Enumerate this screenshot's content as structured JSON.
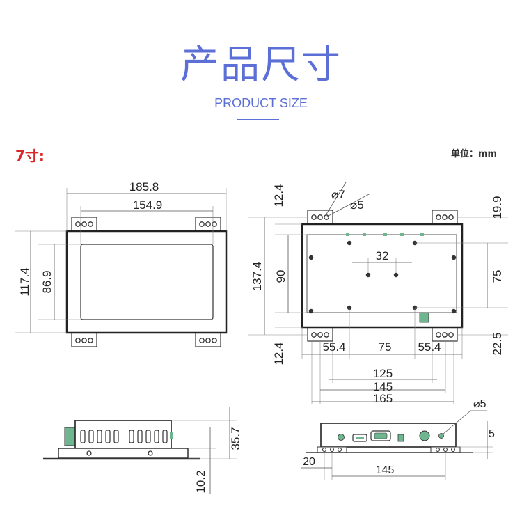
{
  "header": {
    "title": "产品尺寸",
    "subtitle": "PRODUCT SIZE",
    "size_label": "7寸:",
    "unit_label": "单位：mm"
  },
  "front_view": {
    "total_width": "185.8",
    "screen_width": "154.9",
    "total_height": "117.4",
    "screen_height": "86.9"
  },
  "rear_view": {
    "bracket_offset": "12.4",
    "hole_large": "7",
    "hole_small": "5",
    "top_hole_offset": "19.9",
    "screen_hole_spacing": "32",
    "total_height": "137.4",
    "inner_height": "90",
    "vertical_spacing": "75",
    "bottom_offset": "22.5",
    "bottom_bracket": "12.4",
    "left_spacing": "55.4",
    "middle_spacing": "75",
    "right_spacing": "55.4",
    "width_125": "125",
    "width_145": "145",
    "width_165": "165"
  },
  "side_view": {
    "depth": "35.7",
    "bracket_height": "10.2"
  },
  "bottom_view": {
    "hole_dia": "5",
    "right_offset": "5",
    "left_offset": "20",
    "hole_spacing": "145"
  }
}
